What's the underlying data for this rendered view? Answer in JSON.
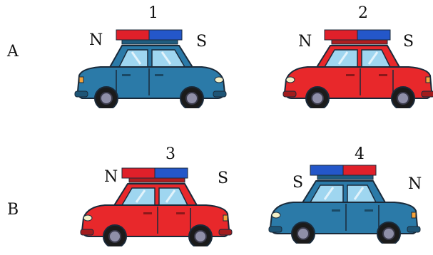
{
  "rows": [
    {
      "label": "A"
    },
    {
      "label": "B"
    }
  ],
  "cars": [
    {
      "number": "1",
      "body_color": "#2b7aa8",
      "magnet": [
        "red",
        "blue"
      ],
      "left_pole": "N",
      "right_pole": "S",
      "facing": "right"
    },
    {
      "number": "2",
      "body_color": "#e8282b",
      "magnet": [
        "red",
        "blue"
      ],
      "left_pole": "N",
      "right_pole": "S",
      "facing": "left"
    },
    {
      "number": "3",
      "body_color": "#e8282b",
      "magnet": [
        "red",
        "blue"
      ],
      "left_pole": "N",
      "right_pole": "S",
      "facing": "left"
    },
    {
      "number": "4",
      "body_color": "#2b7aa8",
      "magnet": [
        "blue",
        "red"
      ],
      "left_pole": "S",
      "right_pole": "N",
      "facing": "left"
    }
  ],
  "colors": {
    "blue_body": "#2b7aa8",
    "red_body": "#e8282b",
    "magnet_red": "#e0202a",
    "magnet_blue": "#2457c9",
    "window": "#9fd6f0",
    "tire": "#1b1b1b",
    "outline": "#1a2a3a"
  }
}
